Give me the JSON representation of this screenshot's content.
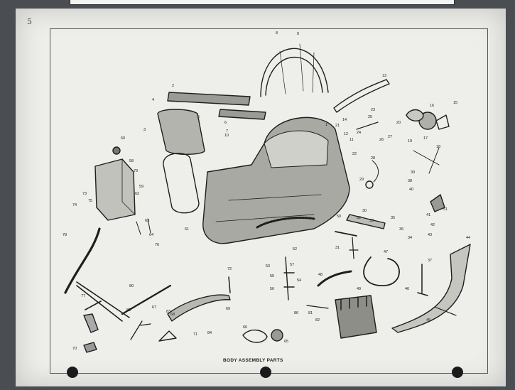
{
  "page": {
    "mark": "5"
  },
  "diagram": {
    "caption": "BODY ASSEMBLY PARTS",
    "labels": [
      "1",
      "2",
      "3",
      "4",
      "5",
      "6",
      "7",
      "8",
      "9",
      "10",
      "11",
      "12",
      "13",
      "14",
      "15",
      "16",
      "17",
      "18",
      "19",
      "20",
      "21",
      "22",
      "23",
      "24",
      "25",
      "26",
      "27",
      "28",
      "29",
      "30",
      "31",
      "32",
      "33",
      "34",
      "35",
      "36",
      "37",
      "38",
      "39",
      "40",
      "41",
      "42",
      "43",
      "44",
      "45",
      "46",
      "47",
      "48",
      "49",
      "50",
      "51",
      "52",
      "53",
      "54",
      "55",
      "56",
      "57",
      "58",
      "59",
      "60",
      "61",
      "62",
      "63",
      "64",
      "65",
      "66",
      "67",
      "68",
      "69",
      "70",
      "71",
      "72",
      "73",
      "74",
      "75",
      "76",
      "77",
      "78",
      "79",
      "80",
      "81",
      "82",
      "83",
      "84",
      "85",
      "86"
    ]
  },
  "colors": {
    "ink": "#1e1e1e",
    "paper": "#eeeeea",
    "background": "#4a4d52"
  }
}
